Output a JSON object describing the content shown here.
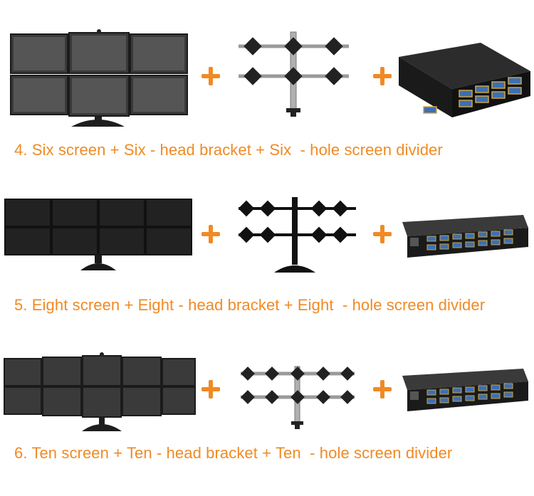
{
  "accent_color": "#f08a24",
  "rows": [
    {
      "caption": "4. Six screen + Six - head bracket + Six  - hole screen divider"
    },
    {
      "caption": "5. Eight screen + Eight - head bracket + Eight  - hole screen divider"
    },
    {
      "caption": "6. Ten screen + Ten - head bracket + Ten  - hole screen divider"
    }
  ],
  "icons": {
    "plus": "plus-icon"
  }
}
